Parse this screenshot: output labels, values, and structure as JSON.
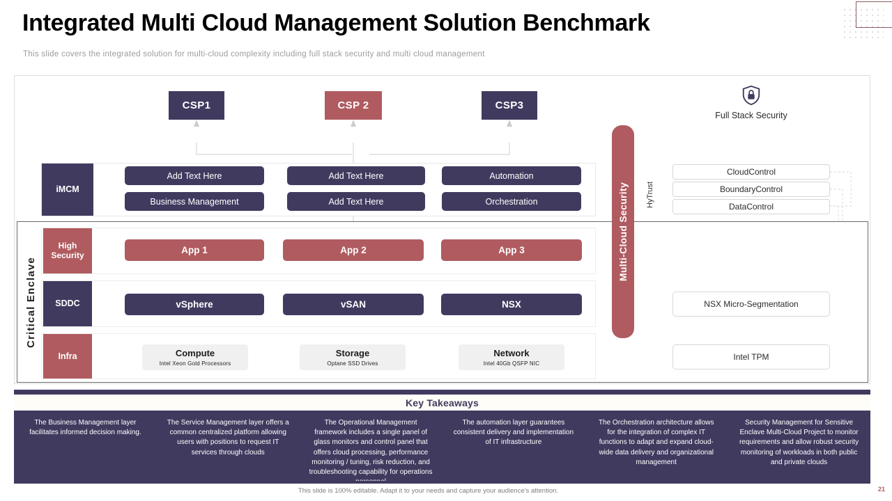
{
  "header": {
    "title": "Integrated Multi Cloud Management Solution Benchmark",
    "subtitle": "This slide covers the integrated solution for multi-cloud complexity including full stack security and multi cloud management"
  },
  "colors": {
    "purple": "#413a5f",
    "rose": "#b05b60",
    "grey_cell": "#f0f0f0",
    "frame_border": "#dddddd"
  },
  "diagram": {
    "csp": [
      {
        "label": "CSP1",
        "color": "purple"
      },
      {
        "label": "CSP 2",
        "color": "rose"
      },
      {
        "label": "CSP3",
        "color": "purple"
      }
    ],
    "imcm": {
      "label": "iMCM",
      "cells": [
        "Add Text Here",
        "Add Text Here",
        "Automation",
        "Business Management",
        "Add Text Here",
        "Orchestration"
      ]
    },
    "enclave_label": "Critical Enclave",
    "high_security": {
      "label": "High Security",
      "cells": [
        "App 1",
        "App 2",
        "App 3"
      ]
    },
    "sddc": {
      "label": "SDDC",
      "cells": [
        "vSphere",
        "vSAN",
        "NSX"
      ]
    },
    "infra": {
      "label": "Infra",
      "cells": [
        {
          "title": "Compute",
          "sub": "Intel Xeon Gold Processors"
        },
        {
          "title": "Storage",
          "sub": "Optane SSD Drives"
        },
        {
          "title": "Network",
          "sub": "Intel 40Gb QSFP NIC"
        }
      ]
    },
    "security": {
      "bar_label": "Multi-Cloud Security",
      "shield_icon": "shield-lock-icon",
      "full_stack_label": "Full Stack Security",
      "hytrust_label": "HyTrust",
      "controls": [
        "CloudControl",
        "BoundaryControl",
        "DataControl"
      ],
      "boxes": [
        "NSX Micro-Segmentation",
        "Intel TPM"
      ]
    }
  },
  "key_takeaways": {
    "title": "Key Takeaways",
    "items": [
      "The Business Management layer facilitates informed decision making.",
      "The Service Management layer offers a common centralized platform allowing users with positions to request IT services through clouds",
      "The Operational Management framework includes a single panel of glass monitors and control panel that offers cloud processing, performance monitoring / tuning, risk reduction, and troubleshooting capability for operations personnel",
      "The automation layer guarantees consistent delivery and implementation of IT infrastructure",
      "The Orchestration architecture allows for the integration of complex IT functions to adapt and expand cloud-wide data delivery and organizational management",
      "Security Management for Sensitive Enclave Multi-Cloud Project to monitor requirements and allow robust security monitoring of workloads in both public and private clouds"
    ]
  },
  "footer": {
    "note": "This slide is 100% editable. Adapt it to your needs and capture your audience's attention.",
    "page_number": "21"
  }
}
